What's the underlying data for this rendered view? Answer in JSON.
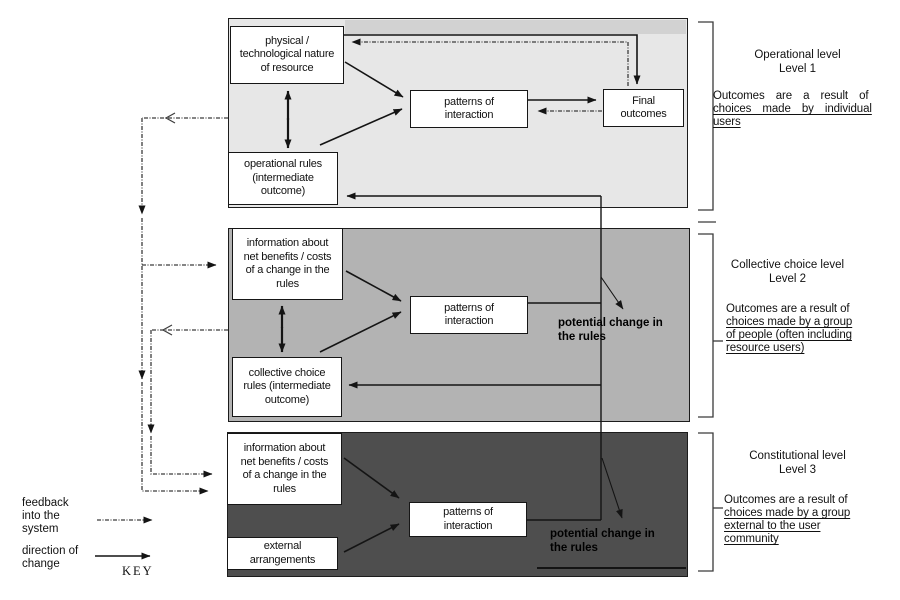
{
  "colors": {
    "level1_bg": "#e7e7e7",
    "level1_strip": "#d2d2d2",
    "level2_bg": "#b3b3b3",
    "level3_bg": "#4e4e4e",
    "box_bg": "#ffffff",
    "ink": "#111111"
  },
  "key": {
    "feedback_label": "feedback\ninto the\nsystem",
    "direction_label": "direction of\nchange",
    "title": "KEY"
  },
  "level1": {
    "title": "Operational level\nLevel 1",
    "outcome_plain": "Outcomes are a result of\n",
    "outcome_underlined": "choices made by individual\nusers",
    "boxes": {
      "physical": "physical /\ntechnological nature\nof resource",
      "operational_rules": "operational rules\n(intermediate\noutcome)",
      "patterns": "patterns of\ninteraction",
      "final_outcomes": "Final\noutcomes"
    }
  },
  "level2": {
    "title": "Collective choice level\nLevel 2",
    "outcome_plain": "Outcomes are a result of\n",
    "outcome_underlined": "choices made by a group\nof people (often including\nresource users)",
    "boxes": {
      "information": "information about\nnet benefits / costs\nof a change in the\nrules",
      "collective_rules": "collective choice\nrules (intermediate\noutcome)",
      "patterns": "patterns of\ninteraction",
      "potential_change": "potential change in\nthe rules"
    }
  },
  "level3": {
    "title": "Constitutional level\nLevel 3",
    "outcome_plain": "Outcomes are a result of\n",
    "outcome_underlined": "choices made by a group\nexternal to the user\ncommunity",
    "boxes": {
      "information": "information about\nnet benefits / costs\nof a change in the\nrules",
      "external": "external\narrangements",
      "patterns": "patterns of\ninteraction",
      "potential_change": "potential change in\nthe rules"
    }
  }
}
